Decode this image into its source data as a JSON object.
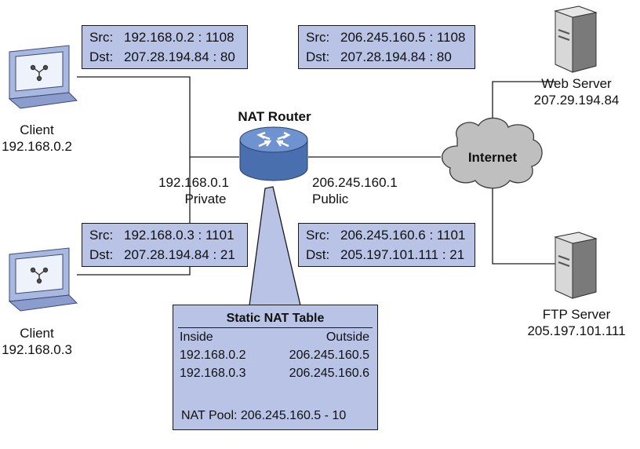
{
  "client1": {
    "label": "Client",
    "ip": "192.168.0.2"
  },
  "client2": {
    "label": "Client",
    "ip": "192.168.0.3"
  },
  "router": {
    "label": "NAT Router",
    "private_ip": "192.168.0.1",
    "private_label": "Private",
    "public_ip": "206.245.160.1",
    "public_label": "Public"
  },
  "internet": {
    "label": "Internet"
  },
  "web_server": {
    "label": "Web Server",
    "ip": "207.29.194.84"
  },
  "ftp_server": {
    "label": "FTP Server",
    "ip": "205.197.101.111"
  },
  "packets": {
    "client1_private": {
      "src_key": "Src:",
      "src": "192.168.0.2 : 1108",
      "dst_key": "Dst:",
      "dst": "207.28.194.84 : 80"
    },
    "client1_public": {
      "src_key": "Src:",
      "src": "206.245.160.5 : 1108",
      "dst_key": "Dst:",
      "dst": "207.28.194.84 : 80"
    },
    "client2_private": {
      "src_key": "Src:",
      "src": "192.168.0.3 : 1101",
      "dst_key": "Dst:",
      "dst": "207.28.194.84 : 21"
    },
    "client2_public": {
      "src_key": "Src:",
      "src": "206.245.160.6 : 1101",
      "dst_key": "Dst:",
      "dst": "205.197.101.111 : 21"
    }
  },
  "nat_table": {
    "title": "Static NAT Table",
    "headers": [
      "Inside",
      "Outside"
    ],
    "rows": [
      [
        "192.168.0.2",
        "206.245.160.5"
      ],
      [
        "192.168.0.3",
        "206.245.160.6"
      ]
    ],
    "pool": "NAT Pool: 206.245.160.5 - 10"
  },
  "colors": {
    "box_fill": "#b9c3e6",
    "router_fill": "#5a82c2",
    "cloud_fill": "#bfbfbf"
  }
}
